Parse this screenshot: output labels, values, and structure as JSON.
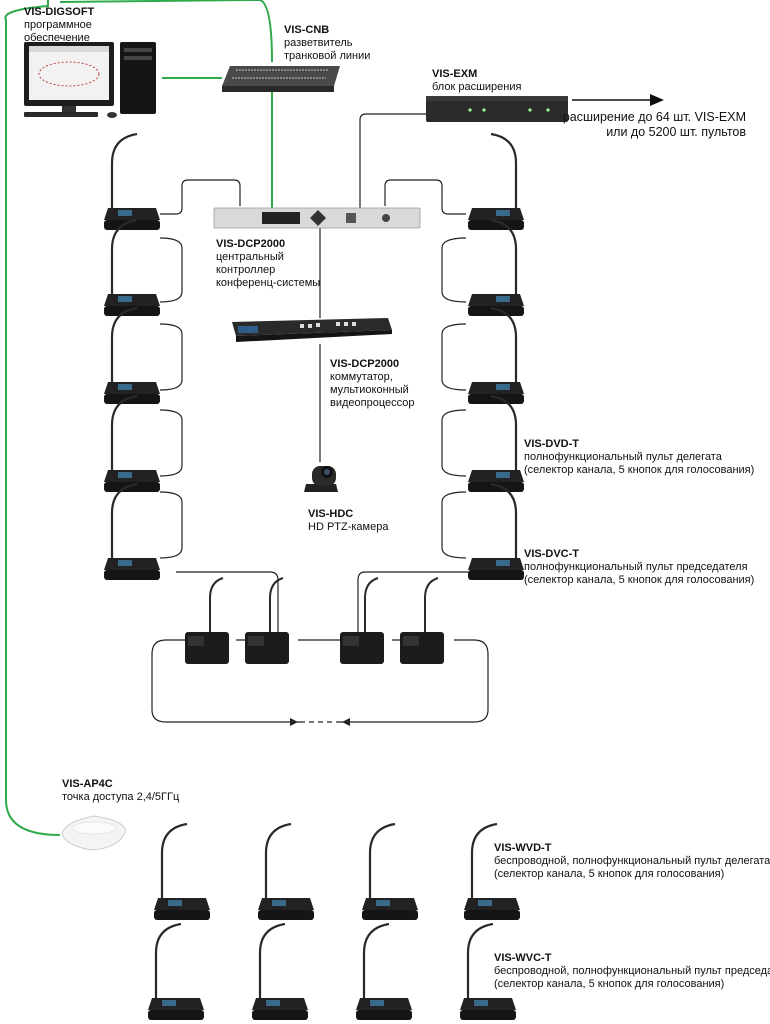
{
  "labels": {
    "digsoft": {
      "title": "VIS-DIGSOFT",
      "lines": [
        "программное",
        "обеспечение"
      ]
    },
    "cnb": {
      "title": "VIS-CNB",
      "lines": [
        "разветвитель",
        "транковой линии"
      ]
    },
    "exm": {
      "title": "VIS-EXM",
      "lines": [
        "блок расширения"
      ]
    },
    "dcp_controller": {
      "title": "VIS-DCP2000",
      "lines": [
        "центральный",
        "контроллер",
        "конференц-системы"
      ]
    },
    "dcp_switcher": {
      "title": "VIS-DCP2000",
      "lines": [
        "коммутатор,",
        "мультиоконный",
        "видеопроцессор"
      ]
    },
    "hdc": {
      "title": "VIS-HDC",
      "lines": [
        "HD PTZ-камера"
      ]
    },
    "dvd": {
      "title": "VIS-DVD-T",
      "lines": [
        "полнофункциональный пульт делегата",
        "(селектор канала, 5 кнопок для голосования)"
      ]
    },
    "dvc": {
      "title": "VIS-DVC-T",
      "lines": [
        "полнофункциональный пульт председателя",
        "(селектор канала, 5 кнопок для голосования)"
      ]
    },
    "ap4c": {
      "title": "VIS-AP4C",
      "lines": [
        "точка доступа 2,4/5ГГц"
      ]
    },
    "wvd": {
      "title": "VIS-WVD-T",
      "lines": [
        "беспроводной, полнофункциональный пульт делегата",
        "(селектор канала, 5 кнопок для голосования)"
      ]
    },
    "wvc": {
      "title": "VIS-WVC-T",
      "lines": [
        "беспроводной, полнофункциональный пульт председателя",
        "(селектор канала, 5 кнопок для голосования)"
      ]
    }
  },
  "expansion_note": [
    "расширение до 64 шт. VIS-EXM",
    "или до 5200 шт. пультов"
  ],
  "colors": {
    "network_link": "#2faa4a",
    "daisy_chain": "#222222",
    "device_body": "#1e1e1e"
  }
}
